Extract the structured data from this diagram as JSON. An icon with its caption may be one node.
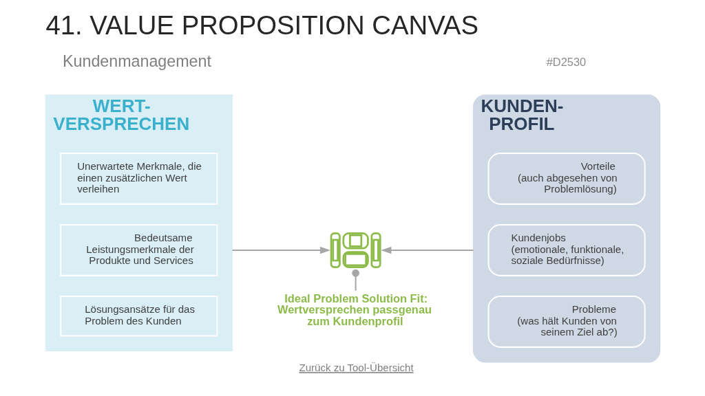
{
  "diagram": {
    "title": "41. VALUE PROPOSITION CANVAS",
    "nodes": [
      {
        "text": [
          "WERT- VERSPRECHEN"
        ]
      },
      {
        "text": [
          "Unerwartete Merkmale, die einen zusätzlichen Wert verleihen"
        ],
        "in": 0
      },
      {
        "text": [
          "Bedeutsame Leistungsmerkmale der Produkte und Services"
        ],
        "in": 0
      },
      {
        "text": [
          "Lösungsansätze für das Problem des Kunden"
        ],
        "in": 0
      },
      {
        "text": [],
        "shape": "person"
      },
      {
        "text": [
          "KUNDEN- PROFIL"
        ]
      },
      {
        "text": [
          "Vorteile",
          "(auch abgesehen von Problemlösung)"
        ],
        "in": 5
      },
      {
        "text": [
          "Kundenjobs",
          "(emotionale, funktionale, soziale Bedürfnisse)"
        ],
        "in": 5
      },
      {
        "text": [
          "Probleme",
          "(was hält Kunden von seinem Ziel ab?)"
        ],
        "in": 5
      },
      {
        "text": [
          "Ideal Problem Solution Fit: Wertversprechen passgenau zum Kundenprofil"
        ]
      }
    ],
    "edges": [
      {
        "from": 0,
        "to": 4,
        "arrow": "to"
      },
      {
        "from": 5,
        "to": 4,
        "arrow": "to"
      },
      {
        "from": 9,
        "to": 4,
        "arrow": "other"
      }
    ],
    "labels": [
      "#D2530",
      "Kundenmanagement",
      "Zurück zu Tool-Übersicht"
    ]
  }
}
